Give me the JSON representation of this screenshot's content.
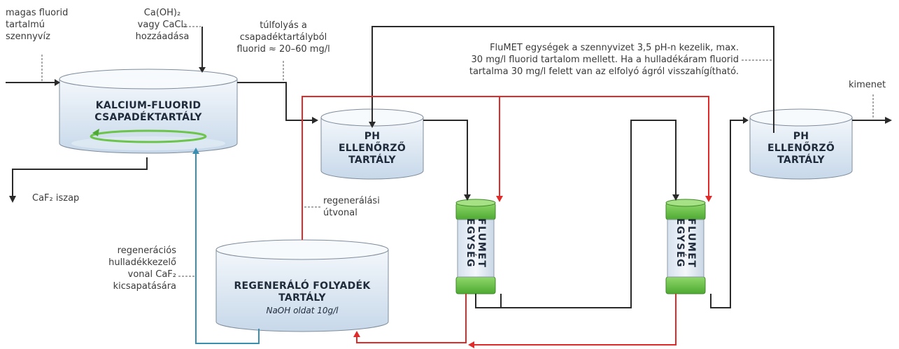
{
  "colors": {
    "process_line": "#2a2a2a",
    "regeneration_line": "#e02b2b",
    "waste_line": "#3a8fb0",
    "tank_fill_top": "#f3f7fb",
    "tank_fill_bottom": "#c7d8ea",
    "column_cap": "#6cc54a",
    "text": "#3a3a3a",
    "tank_text": "#1f2a3a"
  },
  "annotations": {
    "inflow_line1": "magas fluorid",
    "inflow_line2": "tartalmú",
    "inflow_line3": "szennyvíz",
    "dose_line1": "Ca(OH)₂",
    "dose_line2": "vagy CaCl₂",
    "dose_line3": "hozzáadása",
    "overflow_line1": "túlfolyás a",
    "overflow_line2": "csapadéktartályból",
    "overflow_line3": "fluorid ≈ 20–60 mg/l",
    "flumet_note_line1": "FluMET egységek a szennyvizet 3,5 pH-n kezelik, max.",
    "flumet_note_line2": "30 mg/l fluorid tartalom mellett. Ha a hulladékáram fluorid",
    "flumet_note_line3": "tartalma 30 mg/l felett van az elfolyó ágról visszahígítható.",
    "output": "kimenet",
    "sludge": "CaF₂ iszap",
    "regen_route_line1": "regenerálási",
    "regen_route_line2": "útvonal",
    "waste_route_line1": "regenerációs",
    "waste_route_line2": "hulladékkezelő",
    "waste_route_line3": "vonal CaF₂",
    "waste_route_line4": "kicsapatására"
  },
  "tanks": {
    "precipitation_line1": "KALCIUM-FLUORID",
    "precipitation_line2": "CSAPADÉKTARTÁLY",
    "ph1_line1": "PH",
    "ph1_line2": "ELLENŐRZŐ",
    "ph1_line3": "TARTÁLY",
    "ph2_line1": "PH",
    "ph2_line2": "ELLENŐRZŐ",
    "ph2_line3": "TARTÁLY",
    "regen_line1": "REGENERÁLÓ FOLYADÉK",
    "regen_line2": "TARTÁLY",
    "regen_sub": "NaOH oldat 10g/l"
  },
  "columns": {
    "flumet1": "FLUMET EGYSÉG",
    "flumet2": "FLUMET EGYSÉG"
  }
}
